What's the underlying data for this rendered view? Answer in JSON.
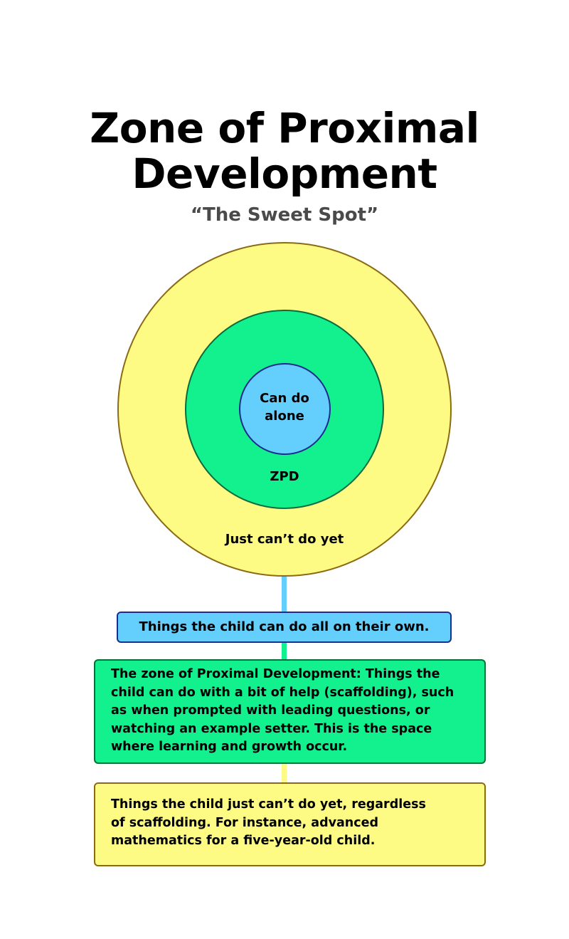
{
  "header": {
    "title_line1": "Zone of Proximal",
    "title_line2": "Development",
    "subtitle": "“The Sweet Spot”"
  },
  "diagram": {
    "inner_circle": {
      "label_line1": "Can do",
      "label_line2": "alone",
      "fill": "#64cefd",
      "stroke": "#1f2a8e"
    },
    "middle_circle": {
      "label": "ZPD",
      "fill": "#12f18d",
      "stroke": "#0c6a3c"
    },
    "outer_circle": {
      "label": "Just can’t do yet",
      "fill": "#fdfb84",
      "stroke": "#8b6a14"
    }
  },
  "descriptions": {
    "alone": {
      "text": "Things the child can do all on their own."
    },
    "zpd": {
      "lines": [
        "The zone of Proximal Development: Things the",
        "child can do with a bit of help (scaffolding), such",
        "as when prompted with leading questions, or",
        "watching an example setter. This is the space",
        "where learning and growth occur."
      ]
    },
    "cant_yet": {
      "lines": [
        "Things the child just can’t do yet, regardless",
        "of scaffolding. For instance, advanced",
        "mathematics for a five-year-old child."
      ]
    }
  }
}
